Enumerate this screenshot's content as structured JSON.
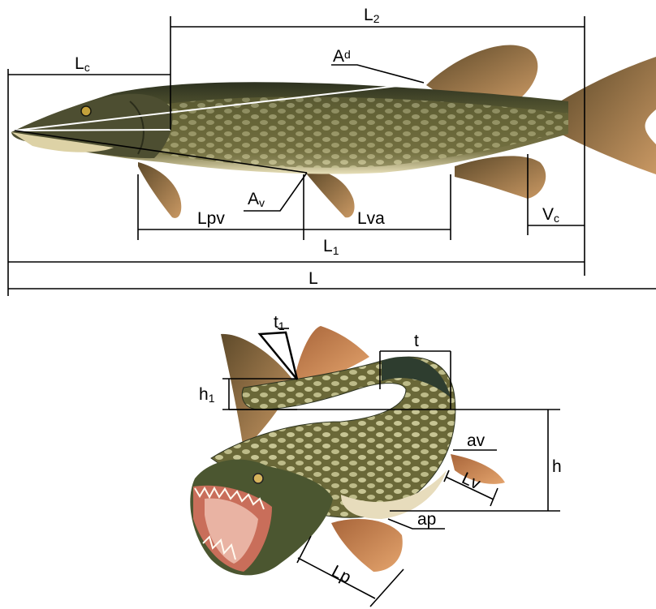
{
  "labels": {
    "L2": {
      "main": "L",
      "sub": "2"
    },
    "Lc": {
      "main": "L",
      "sub": "c"
    },
    "Ad": {
      "main": "A",
      "sub": "d"
    },
    "Av": {
      "main": "A",
      "sub": "v"
    },
    "Lpv": "Lpv",
    "Lva": "Lva",
    "Vc": {
      "main": "V",
      "sub": "c"
    },
    "L1": {
      "main": "L",
      "sub": "1"
    },
    "L": "L",
    "t1": {
      "main": "t",
      "sub": "1"
    },
    "t": "t",
    "h1": {
      "main": "h",
      "sub": "1"
    },
    "h": "h",
    "av": "av",
    "Lv": "Lv",
    "ap": "ap",
    "Lp": "Lp"
  },
  "colors": {
    "line": "#000000",
    "guide": "#ffffff",
    "fish_back": "#3c4128",
    "fish_body": "#6e6a3a",
    "fish_belly": "#e6ddb4",
    "fish_spot": "#c9c79a",
    "fin": "#8a6a3a",
    "fin_light": "#c79a63",
    "mouth": "#d98f7c"
  }
}
